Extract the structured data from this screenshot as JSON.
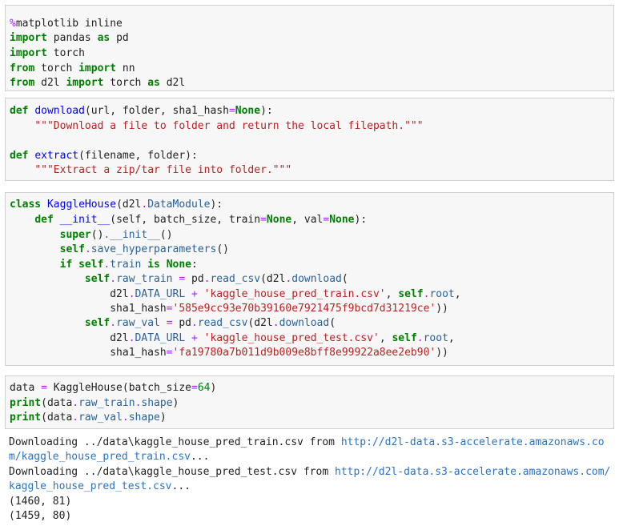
{
  "cells": [
    {
      "lines": [
        [
          {
            "t": "%",
            "c": "magic"
          },
          {
            "t": "matplotlib inline",
            "c": ""
          }
        ],
        [
          {
            "t": "import",
            "c": "kw"
          },
          {
            "t": " pandas ",
            "c": ""
          },
          {
            "t": "as",
            "c": "kw"
          },
          {
            "t": " pd",
            "c": ""
          }
        ],
        [
          {
            "t": "import",
            "c": "kw"
          },
          {
            "t": " torch",
            "c": ""
          }
        ],
        [
          {
            "t": "from",
            "c": "kw"
          },
          {
            "t": " torch ",
            "c": ""
          },
          {
            "t": "import",
            "c": "kw"
          },
          {
            "t": " nn",
            "c": ""
          }
        ],
        [
          {
            "t": "from",
            "c": "kw"
          },
          {
            "t": " d2l ",
            "c": ""
          },
          {
            "t": "import",
            "c": "kw"
          },
          {
            "t": " torch ",
            "c": ""
          },
          {
            "t": "as",
            "c": "kw"
          },
          {
            "t": " d2l",
            "c": ""
          }
        ]
      ]
    },
    {
      "lines": [
        [
          {
            "t": "def",
            "c": "kw"
          },
          {
            "t": " ",
            "c": ""
          },
          {
            "t": "download",
            "c": "fn"
          },
          {
            "t": "(url, folder, sha1_hash",
            "c": ""
          },
          {
            "t": "=",
            "c": "op"
          },
          {
            "t": "None",
            "c": "kw"
          },
          {
            "t": "):",
            "c": ""
          }
        ],
        [
          {
            "t": "    ",
            "c": ""
          },
          {
            "t": "\"\"\"Download a file to folder and return the local filepath.\"\"\"",
            "c": "str"
          }
        ],
        [],
        [
          {
            "t": "def",
            "c": "kw"
          },
          {
            "t": " ",
            "c": ""
          },
          {
            "t": "extract",
            "c": "fn"
          },
          {
            "t": "(filename, folder):",
            "c": ""
          }
        ],
        [
          {
            "t": "    ",
            "c": ""
          },
          {
            "t": "\"\"\"Extract a zip/tar file into folder.\"\"\"",
            "c": "str"
          }
        ]
      ]
    },
    {
      "lines": [
        [
          {
            "t": "class",
            "c": "kw"
          },
          {
            "t": " ",
            "c": ""
          },
          {
            "t": "KaggleHouse",
            "c": "fn"
          },
          {
            "t": "(d2l",
            "c": ""
          },
          {
            "t": ".",
            "c": "op"
          },
          {
            "t": "DataModule",
            "c": "attr"
          },
          {
            "t": "):",
            "c": ""
          }
        ],
        [
          {
            "t": "    ",
            "c": ""
          },
          {
            "t": "def",
            "c": "kw"
          },
          {
            "t": " ",
            "c": ""
          },
          {
            "t": "__init__",
            "c": "fn"
          },
          {
            "t": "(self, batch_size, train",
            "c": ""
          },
          {
            "t": "=",
            "c": "op"
          },
          {
            "t": "None",
            "c": "kw"
          },
          {
            "t": ", val",
            "c": ""
          },
          {
            "t": "=",
            "c": "op"
          },
          {
            "t": "None",
            "c": "kw"
          },
          {
            "t": "):",
            "c": ""
          }
        ],
        [
          {
            "t": "        ",
            "c": ""
          },
          {
            "t": "super",
            "c": "kw"
          },
          {
            "t": "()",
            "c": ""
          },
          {
            "t": ".",
            "c": "op"
          },
          {
            "t": "__init__",
            "c": "attr"
          },
          {
            "t": "()",
            "c": ""
          }
        ],
        [
          {
            "t": "        ",
            "c": ""
          },
          {
            "t": "self",
            "c": "kw"
          },
          {
            "t": ".",
            "c": "op"
          },
          {
            "t": "save_hyperparameters",
            "c": "attr"
          },
          {
            "t": "()",
            "c": ""
          }
        ],
        [
          {
            "t": "        ",
            "c": ""
          },
          {
            "t": "if",
            "c": "kw"
          },
          {
            "t": " ",
            "c": ""
          },
          {
            "t": "self",
            "c": "kw"
          },
          {
            "t": ".",
            "c": "op"
          },
          {
            "t": "train",
            "c": "attr"
          },
          {
            "t": " ",
            "c": ""
          },
          {
            "t": "is",
            "c": "kw"
          },
          {
            "t": " ",
            "c": ""
          },
          {
            "t": "None",
            "c": "kw"
          },
          {
            "t": ":",
            "c": ""
          }
        ],
        [
          {
            "t": "            ",
            "c": ""
          },
          {
            "t": "self",
            "c": "kw"
          },
          {
            "t": ".",
            "c": "op"
          },
          {
            "t": "raw_train",
            "c": "attr"
          },
          {
            "t": " ",
            "c": ""
          },
          {
            "t": "=",
            "c": "op"
          },
          {
            "t": " pd",
            "c": ""
          },
          {
            "t": ".",
            "c": "op"
          },
          {
            "t": "read_csv",
            "c": "attr"
          },
          {
            "t": "(d2l",
            "c": ""
          },
          {
            "t": ".",
            "c": "op"
          },
          {
            "t": "download",
            "c": "attr"
          },
          {
            "t": "(",
            "c": ""
          }
        ],
        [
          {
            "t": "                d2l",
            "c": ""
          },
          {
            "t": ".",
            "c": "op"
          },
          {
            "t": "DATA_URL",
            "c": "attr"
          },
          {
            "t": " ",
            "c": ""
          },
          {
            "t": "+",
            "c": "op"
          },
          {
            "t": " ",
            "c": ""
          },
          {
            "t": "'kaggle_house_pred_train.csv'",
            "c": "str"
          },
          {
            "t": ", ",
            "c": ""
          },
          {
            "t": "self",
            "c": "kw"
          },
          {
            "t": ".",
            "c": "op"
          },
          {
            "t": "root",
            "c": "attr"
          },
          {
            "t": ",",
            "c": ""
          }
        ],
        [
          {
            "t": "                sha1_hash",
            "c": ""
          },
          {
            "t": "=",
            "c": "op"
          },
          {
            "t": "'585e9cc93e70b39160e7921475f9bcd7d31219ce'",
            "c": "str"
          },
          {
            "t": "))",
            "c": ""
          }
        ],
        [
          {
            "t": "            ",
            "c": ""
          },
          {
            "t": "self",
            "c": "kw"
          },
          {
            "t": ".",
            "c": "op"
          },
          {
            "t": "raw_val",
            "c": "attr"
          },
          {
            "t": " ",
            "c": ""
          },
          {
            "t": "=",
            "c": "op"
          },
          {
            "t": " pd",
            "c": ""
          },
          {
            "t": ".",
            "c": "op"
          },
          {
            "t": "read_csv",
            "c": "attr"
          },
          {
            "t": "(d2l",
            "c": ""
          },
          {
            "t": ".",
            "c": "op"
          },
          {
            "t": "download",
            "c": "attr"
          },
          {
            "t": "(",
            "c": ""
          }
        ],
        [
          {
            "t": "                d2l",
            "c": ""
          },
          {
            "t": ".",
            "c": "op"
          },
          {
            "t": "DATA_URL",
            "c": "attr"
          },
          {
            "t": " ",
            "c": ""
          },
          {
            "t": "+",
            "c": "op"
          },
          {
            "t": " ",
            "c": ""
          },
          {
            "t": "'kaggle_house_pred_test.csv'",
            "c": "str"
          },
          {
            "t": ", ",
            "c": ""
          },
          {
            "t": "self",
            "c": "kw"
          },
          {
            "t": ".",
            "c": "op"
          },
          {
            "t": "root",
            "c": "attr"
          },
          {
            "t": ",",
            "c": ""
          }
        ],
        [
          {
            "t": "                sha1_hash",
            "c": ""
          },
          {
            "t": "=",
            "c": "op"
          },
          {
            "t": "'fa19780a7b011d9b009e8bff8e99922a8ee2eb90'",
            "c": "str"
          },
          {
            "t": "))",
            "c": ""
          }
        ]
      ]
    },
    {
      "lines": [
        [
          {
            "t": "data ",
            "c": ""
          },
          {
            "t": "=",
            "c": "op"
          },
          {
            "t": " KaggleHouse(batch_size",
            "c": ""
          },
          {
            "t": "=",
            "c": "op"
          },
          {
            "t": "64",
            "c": "num"
          },
          {
            "t": ")",
            "c": ""
          }
        ],
        [
          {
            "t": "print",
            "c": "kw"
          },
          {
            "t": "(data",
            "c": ""
          },
          {
            "t": ".",
            "c": "op"
          },
          {
            "t": "raw_train",
            "c": "attr"
          },
          {
            "t": ".",
            "c": "op"
          },
          {
            "t": "shape",
            "c": "attr"
          },
          {
            "t": ")",
            "c": ""
          }
        ],
        [
          {
            "t": "print",
            "c": "kw"
          },
          {
            "t": "(data",
            "c": ""
          },
          {
            "t": ".",
            "c": "op"
          },
          {
            "t": "raw_val",
            "c": "attr"
          },
          {
            "t": ".",
            "c": "op"
          },
          {
            "t": "shape",
            "c": "attr"
          },
          {
            "t": ")",
            "c": ""
          }
        ]
      ]
    }
  ],
  "output": {
    "lines": [
      [
        {
          "t": "Downloading ../data\\kaggle_house_pred_train.csv from ",
          "c": ""
        },
        {
          "t": "http://d2l-data.s3-accelerate.amazonaws.co",
          "c": "link"
        }
      ],
      [
        {
          "t": "m/kaggle_house_pred_train.csv",
          "c": "link"
        },
        {
          "t": "...",
          "c": ""
        }
      ],
      [
        {
          "t": "Downloading ../data\\kaggle_house_pred_test.csv from ",
          "c": ""
        },
        {
          "t": "http://d2l-data.s3-accelerate.amazonaws.com/",
          "c": "link"
        }
      ],
      [
        {
          "t": "kaggle_house_pred_test.csv",
          "c": "link"
        },
        {
          "t": "...",
          "c": ""
        }
      ],
      [
        {
          "t": "(1460, 81)",
          "c": ""
        }
      ],
      [
        {
          "t": "(1459, 80)",
          "c": ""
        }
      ]
    ]
  }
}
